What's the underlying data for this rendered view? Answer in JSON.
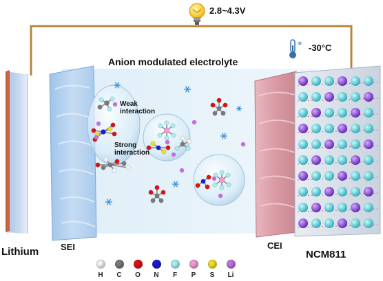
{
  "voltage": "2.8~4.3V",
  "temperature": "-30°C",
  "electrolyte_title": "Anion modulated electrolyte",
  "labels": {
    "weak": "Weak interaction",
    "strong": "Strong interaction",
    "lithium": "Lithium",
    "sei": "SEI",
    "cei": "CEI",
    "cathode": "NCM811"
  },
  "legend": [
    {
      "symbol": "H",
      "color": "#f4f4f4"
    },
    {
      "symbol": "C",
      "color": "#7a7a7a"
    },
    {
      "symbol": "O",
      "color": "#e01010"
    },
    {
      "symbol": "N",
      "color": "#1a1ad8"
    },
    {
      "symbol": "F",
      "color": "#a8f0f0"
    },
    {
      "symbol": "P",
      "color": "#f29cd4"
    },
    {
      "symbol": "S",
      "color": "#f0e020"
    },
    {
      "symbol": "Li",
      "color": "#c070e0"
    }
  ]
}
